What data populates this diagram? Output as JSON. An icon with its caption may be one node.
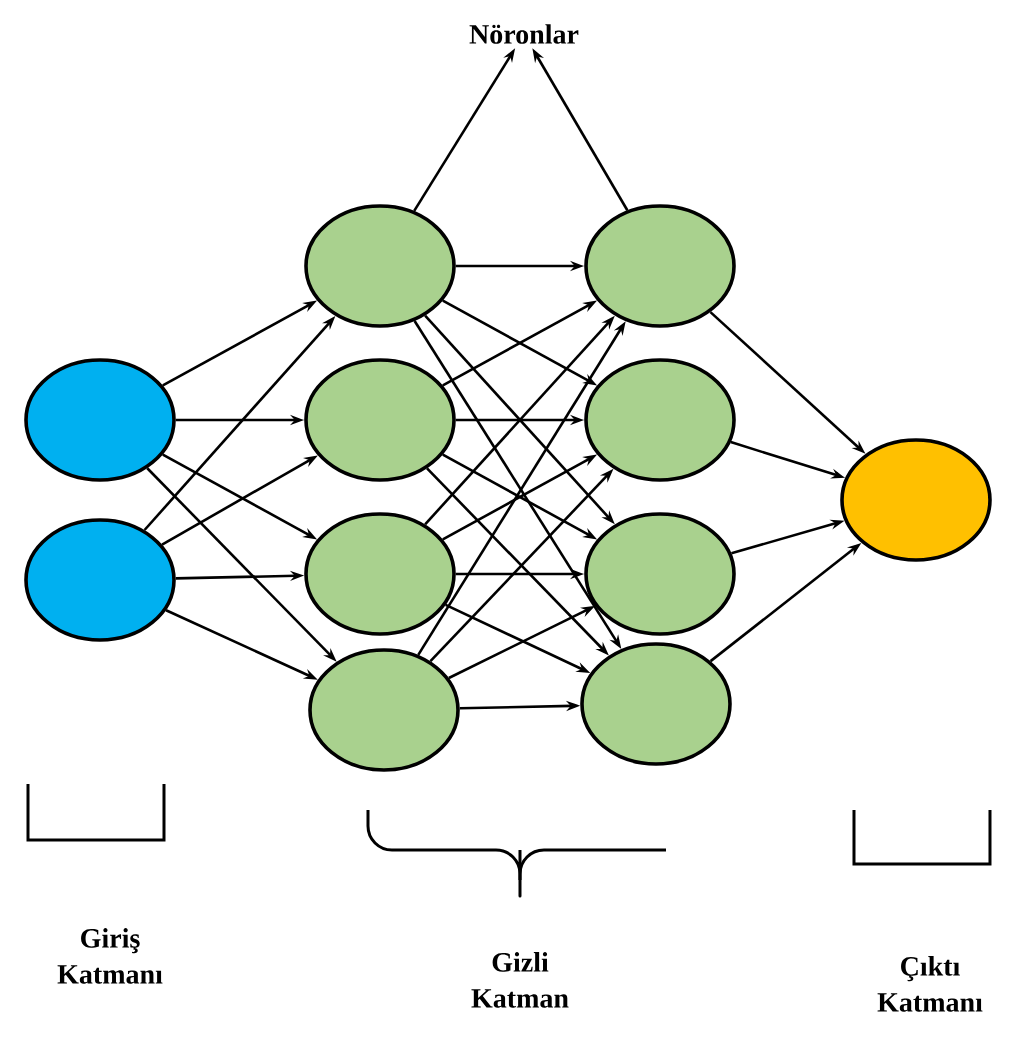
{
  "diagram": {
    "nodes": [
      {
        "text": [
          "Nöronlar"
        ]
      },
      {
        "text": [],
        "shape": "circle"
      },
      {
        "text": [],
        "shape": "circle"
      },
      {
        "text": [],
        "shape": "circle"
      },
      {
        "text": [],
        "shape": "circle"
      },
      {
        "text": [],
        "shape": "circle"
      },
      {
        "text": [],
        "shape": "circle"
      },
      {
        "text": [],
        "shape": "circle"
      },
      {
        "text": [],
        "shape": "circle"
      },
      {
        "text": [],
        "shape": "circle"
      },
      {
        "text": [],
        "shape": "circle"
      },
      {
        "text": [],
        "shape": "circle"
      }
    ],
    "edges": [
      {
        "from": 3,
        "to": 0,
        "arrow": "to"
      },
      {
        "from": 7,
        "to": 0,
        "arrow": "to"
      },
      {
        "from": 1,
        "to": 3,
        "arrow": "to"
      },
      {
        "from": 1,
        "to": 4,
        "arrow": "to"
      },
      {
        "from": 1,
        "to": 5,
        "arrow": "to"
      },
      {
        "from": 1,
        "to": 6,
        "arrow": "to"
      },
      {
        "from": 2,
        "to": 3,
        "arrow": "to"
      },
      {
        "from": 2,
        "to": 4,
        "arrow": "to"
      },
      {
        "from": 2,
        "to": 5,
        "arrow": "to"
      },
      {
        "from": 2,
        "to": 6,
        "arrow": "to"
      },
      {
        "from": 3,
        "to": 7,
        "arrow": "to"
      },
      {
        "from": 3,
        "to": 8,
        "arrow": "to"
      },
      {
        "from": 3,
        "to": 9,
        "arrow": "to"
      },
      {
        "from": 3,
        "to": 10,
        "arrow": "to"
      },
      {
        "from": 4,
        "to": 7,
        "arrow": "to"
      },
      {
        "from": 4,
        "to": 8,
        "arrow": "to"
      },
      {
        "from": 4,
        "to": 9,
        "arrow": "to"
      },
      {
        "from": 4,
        "to": 10,
        "arrow": "to"
      },
      {
        "from": 5,
        "to": 7,
        "arrow": "to"
      },
      {
        "from": 5,
        "to": 8,
        "arrow": "to"
      },
      {
        "from": 5,
        "to": 9,
        "arrow": "to"
      },
      {
        "from": 5,
        "to": 10,
        "arrow": "to"
      },
      {
        "from": 6,
        "to": 7,
        "arrow": "to"
      },
      {
        "from": 6,
        "to": 8,
        "arrow": "to"
      },
      {
        "from": 6,
        "to": 9,
        "arrow": "to"
      },
      {
        "from": 6,
        "to": 10,
        "arrow": "to"
      },
      {
        "from": 7,
        "to": 11,
        "arrow": "to"
      },
      {
        "from": 8,
        "to": 11,
        "arrow": "to"
      },
      {
        "from": 9,
        "to": 11,
        "arrow": "to"
      },
      {
        "from": 10,
        "to": 11,
        "arrow": "to"
      }
    ],
    "labels": [
      "Giriş Katmanı",
      "Gizli Katman",
      "Çıktı Katmanı"
    ]
  }
}
